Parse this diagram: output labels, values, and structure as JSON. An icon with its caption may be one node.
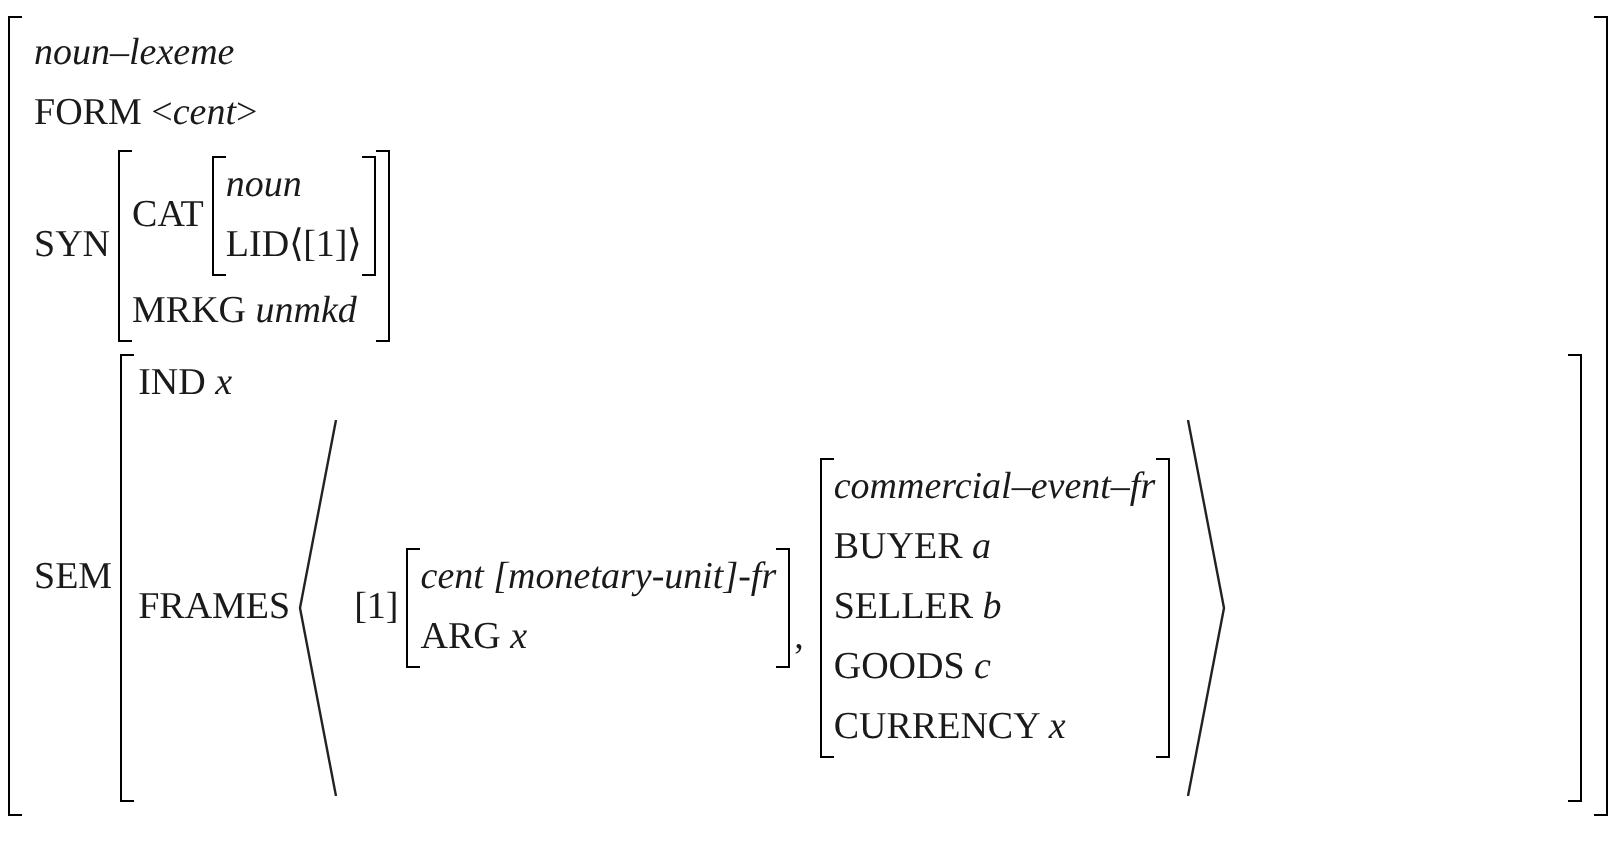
{
  "diagram": {
    "nodes": [
      {
        "text": [
          "noun–lexeme",
          "FORM <*cent*>"
        ]
      },
      {
        "text": [
          "MRKG *unmkd*"
        ],
        "in": 0,
        "beside": [
          "SYN"
        ]
      },
      {
        "text": [
          "noun",
          "LID⟨[1]⟩"
        ],
        "in": 1,
        "beside": [
          "CAT"
        ]
      },
      {
        "text": [
          "IND *x*"
        ],
        "in": 0,
        "beside": [
          "SEM"
        ]
      },
      {
        "text": [],
        "shape": "brackets",
        "in": 3,
        "beside": [
          "FRAMES"
        ]
      },
      {
        "text": [
          "cent [monetary-unit]-fr",
          "ARG *x*"
        ],
        "in": 4,
        "beside": [
          "[1]",
          ","
        ]
      },
      {
        "text": [
          "commercial–event–fr",
          "BUYER *a*",
          "SELLER *b*",
          "GOODS *c*",
          "CURRENCY *x*"
        ],
        "in": 4
      }
    ]
  }
}
